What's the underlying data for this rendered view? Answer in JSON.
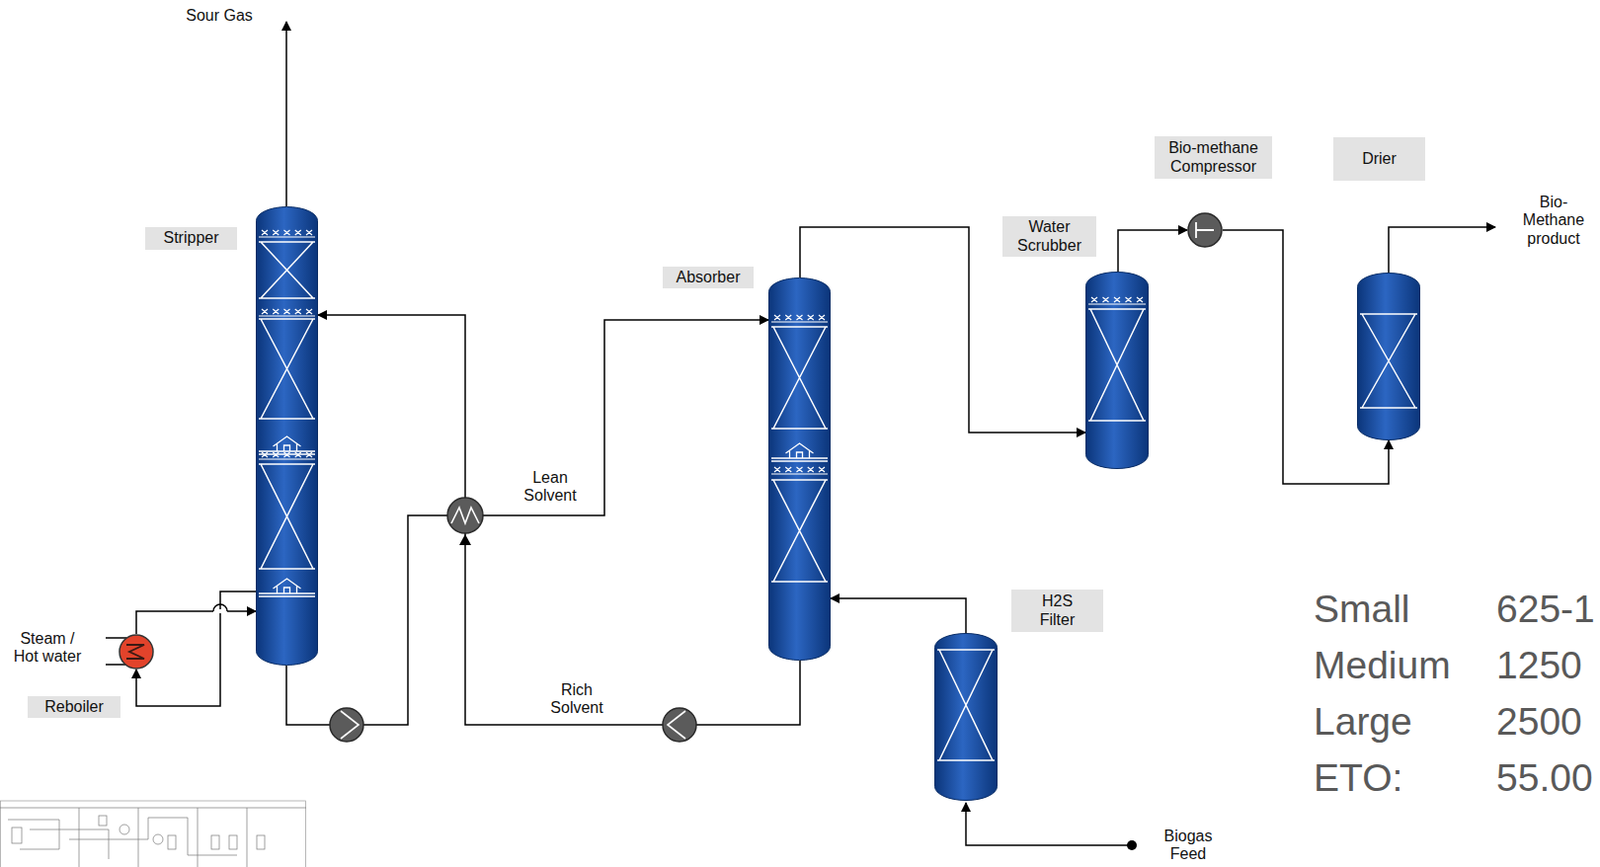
{
  "diagram": {
    "nodes": [
      {
        "text": [
          "Stripper"
        ]
      },
      {
        "text": [
          "Absorber"
        ]
      },
      {
        "text": [
          "Water Scrubber"
        ]
      },
      {
        "text": [
          "Bio-methane Compressor"
        ]
      },
      {
        "text": [
          "Drier"
        ]
      },
      {
        "text": [
          "H2S Filter"
        ]
      },
      {
        "text": [
          "Reboiler"
        ]
      }
    ],
    "edges": [
      {
        "from": 1,
        "to": 2,
        "arrow": "to"
      },
      {
        "from": 2,
        "to": 3,
        "arrow": "to"
      },
      {
        "from": 3,
        "to": 4,
        "arrow": "to"
      },
      {
        "from": 5,
        "to": 1,
        "arrow": "to"
      },
      {
        "from": 1,
        "to": 0,
        "label": "Rich Solvent",
        "arrow": "to"
      },
      {
        "from": 0,
        "to": 1,
        "label": "Lean Solvent",
        "arrow": "to"
      },
      {
        "from": 0,
        "to": 6,
        "arrow": "to"
      },
      {
        "from": 6,
        "to": 0,
        "arrow": "to"
      }
    ],
    "labels": [
      "Sour Gas",
      "Steam / Hot water",
      "Bio- Methane product",
      "Biogas Feed",
      "Small",
      "625-1",
      "Medium",
      "1250",
      "Large",
      "2500",
      "ETO:",
      "55.00"
    ]
  }
}
